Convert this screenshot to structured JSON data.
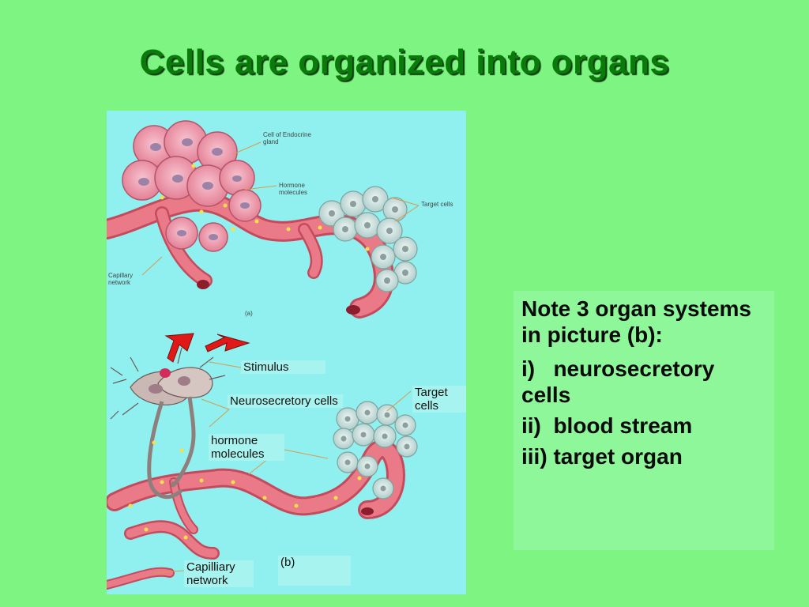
{
  "slide": {
    "title": "Cells are organized into organs"
  },
  "figure": {
    "top_labels": {
      "endocrine_cell": "Cell of Endocrine gland",
      "hormone": "Hormone molecules",
      "target": "Target cells",
      "capillary": "Capillary network",
      "panel_a": "(a)"
    },
    "labels": {
      "stimulus": "Stimulus",
      "neurosecretory": "Neurosecretory cells",
      "hormone": "hormone molecules",
      "target": "Target cells",
      "capillary": "Capilliary network",
      "panel_b": "(b)"
    }
  },
  "note": {
    "heading": "Note 3 organ systems in picture (b):",
    "items": [
      "i)   neurosecretory cells",
      "ii)  blood stream",
      "iii) target organ"
    ]
  },
  "colors": {
    "background": "#7ef583",
    "title": "#0a7a0a",
    "figure_bg": "#8ff0ef",
    "vessel": "#e8707e",
    "endocrine_cell": "#f2a4b4",
    "target_cell": "#d6ebe8",
    "neuron": "#c9b8b4",
    "arrow": "#e01818",
    "note_bg": "#8ef799"
  }
}
